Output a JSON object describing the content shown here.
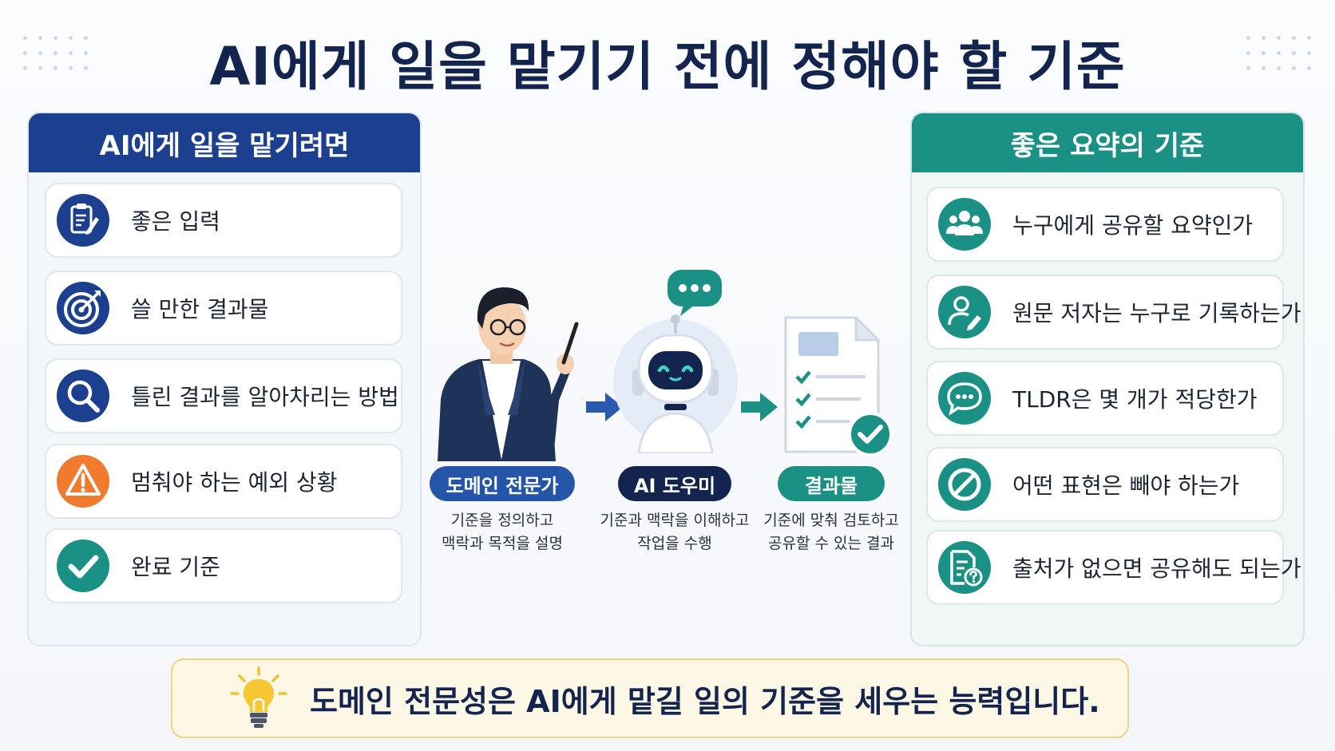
{
  "title": "AI에게 일을 맡기기 전에 정해야 할 기준",
  "left_panel": {
    "header": "AI에게 일을 맡기려면",
    "items": [
      {
        "label": "좋은 입력",
        "icon": "clipboard-pen-icon",
        "color": "#1d3f8f"
      },
      {
        "label": "쓸 만한 결과물",
        "icon": "target-icon",
        "color": "#1d3f8f"
      },
      {
        "label": "틀린 결과를 알아차리는 방법",
        "icon": "magnifier-icon",
        "color": "#1d3f8f"
      },
      {
        "label": "멈춰야 하는 예외 상황",
        "icon": "warning-icon",
        "color": "#f07a2e"
      },
      {
        "label": "완료 기준",
        "icon": "check-circle-icon",
        "color": "#1a9184"
      }
    ]
  },
  "right_panel": {
    "header": "좋은 요약의 기준",
    "items": [
      {
        "label": "누구에게 공유할 요약인가",
        "icon": "people-group-icon",
        "color": "#1a9184"
      },
      {
        "label": "원문 저자는 누구로 기록하는가",
        "icon": "author-pen-icon",
        "color": "#1a9184"
      },
      {
        "label": "TLDR은 몇 개가 적당한가",
        "icon": "speech-bubble-icon",
        "color": "#1a9184"
      },
      {
        "label": "어떤 표현은 빼야 하는가",
        "icon": "prohibited-icon",
        "color": "#1a9184"
      },
      {
        "label": "출처가 없으면 공유해도 되는가",
        "icon": "document-question-icon",
        "color": "#1a9184"
      }
    ]
  },
  "flow": [
    {
      "label": "도메인 전문가",
      "desc1": "기준을 정의하고",
      "desc2": "맥락과 목적을 설명",
      "color": "#2555a8"
    },
    {
      "label": "AI 도우미",
      "desc1": "기준과 맥락을 이해하고",
      "desc2": "작업을 수행",
      "color": "#13254f"
    },
    {
      "label": "결과물",
      "desc1": "기준에 맞춰 검토하고",
      "desc2": "공유할 수 있는 결과",
      "color": "#1a9184"
    }
  ],
  "banner": {
    "text": "도메인 전문성은 AI에게 맡길 일의 기준을 세우는 능력입니다.",
    "icon": "lightbulb-icon"
  },
  "colors": {
    "navy": "#13254f",
    "blue": "#1d3f8f",
    "teal": "#1a9184",
    "orange": "#f07a2e",
    "yellow": "#f4c431"
  }
}
